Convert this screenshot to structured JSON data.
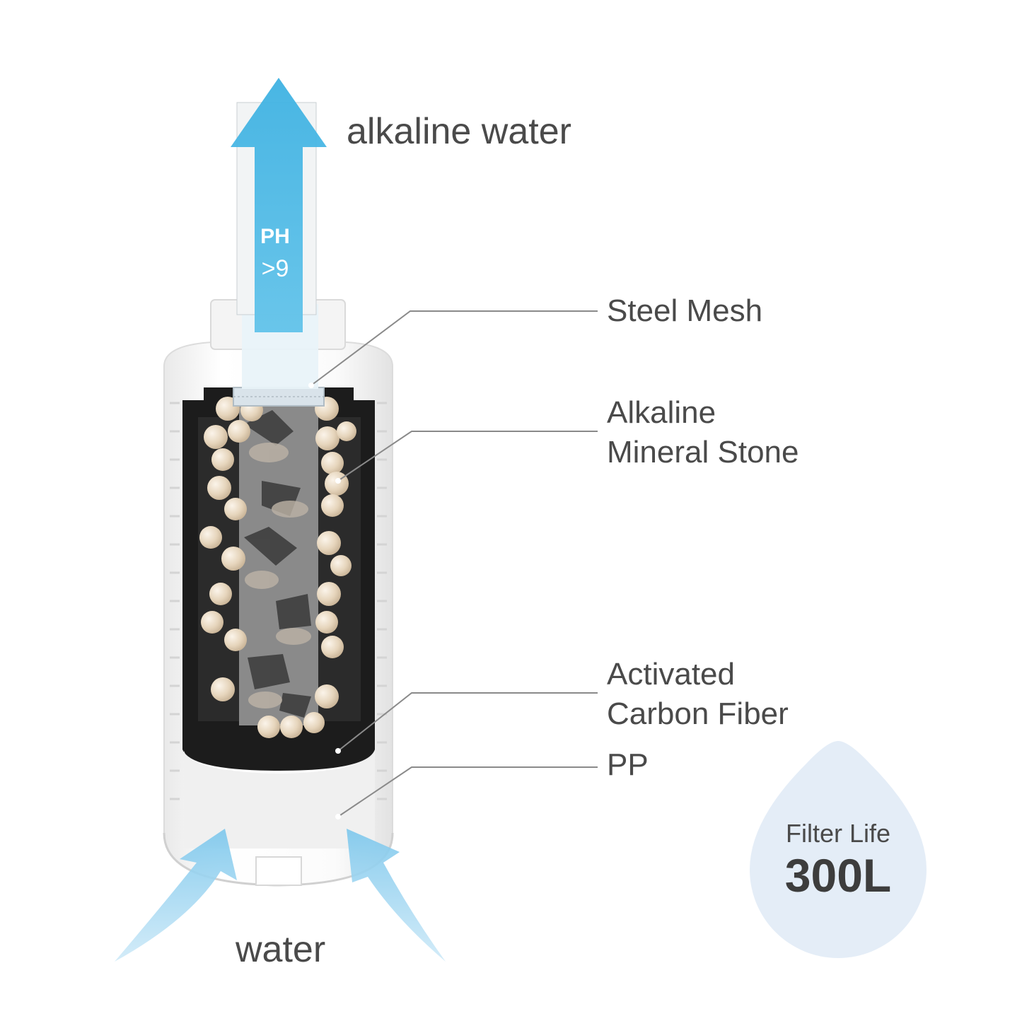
{
  "labels": {
    "outlet": "alkaline water",
    "inlet": "water",
    "ph_label": "PH",
    "ph_value": ">9",
    "steel_mesh": "Steel Mesh",
    "alkaline_line1": "Alkaline",
    "alkaline_line2": "Mineral Stone",
    "carbon_line1": "Activated",
    "carbon_line2": "Carbon Fiber",
    "pp": "PP"
  },
  "filter_life": {
    "label": "Filter Life",
    "value": "300L"
  },
  "colors": {
    "arrow_blue": "#4bb7e4",
    "inlet_arrow_blue": "#8fd0ef",
    "drop_fill": "#e4edf7",
    "stone": "#e6d7c1",
    "carbon": "#6e6e6e",
    "housing_dark": "#1c1c1c",
    "leader_line": "#8a8a8a"
  },
  "icons": [
    "up-arrow-icon",
    "inlet-arrow-icon",
    "water-drop-icon"
  ]
}
